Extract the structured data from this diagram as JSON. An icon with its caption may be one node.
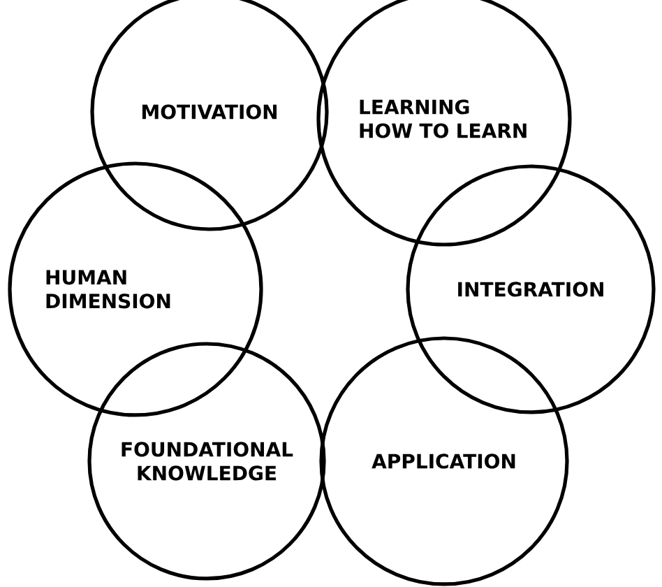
{
  "diagram": {
    "nodes": [
      {
        "text": [
          "MOTIVATION"
        ]
      },
      {
        "text": [
          "LEARNING HOW TO LEARN"
        ]
      },
      {
        "text": [
          "HUMAN DIMENSION"
        ]
      },
      {
        "text": [
          "INTEGRATION"
        ]
      },
      {
        "text": [
          "FOUNDATIONAL KNOWLEDGE"
        ]
      },
      {
        "text": [
          "APPLICATION"
        ]
      }
    ]
  }
}
